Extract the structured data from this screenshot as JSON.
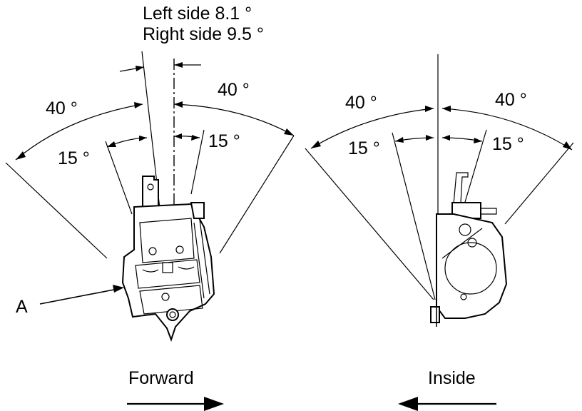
{
  "left_view": {
    "offset_line1": "Left side 8.1 °",
    "offset_line2": "Right side 9.5 °",
    "outer_left_angle": "40 °",
    "outer_right_angle": "40 °",
    "inner_left_angle": "15 °",
    "inner_right_angle": "15 °",
    "callout_label": "A",
    "direction_label": "Forward"
  },
  "right_view": {
    "outer_left_angle": "40 °",
    "outer_right_angle": "40 °",
    "inner_left_angle": "15 °",
    "inner_right_angle": "15 °",
    "direction_label": "Inside"
  }
}
